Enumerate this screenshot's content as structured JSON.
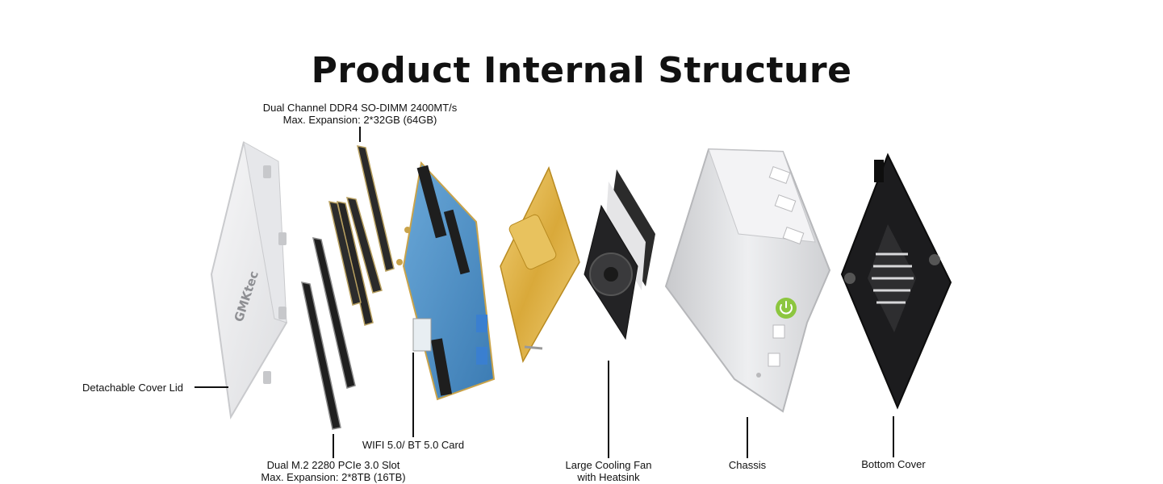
{
  "title": "Product Internal Structure",
  "logo_text": "GMKtec",
  "components": {
    "ram": {
      "line1": "Dual Channel DDR4 SO-DIMM 2400MT/s",
      "line2": "Max. Expansion: 2*32GB (64GB)"
    },
    "cover_lid": {
      "line1": "Detachable Cover Lid"
    },
    "ssd": {
      "line1": "Dual M.2 2280 PCIe 3.0 Slot",
      "line2": "Max. Expansion: 2*8TB (16TB)"
    },
    "wifi": {
      "line1": "WIFI 5.0/ BT 5.0 Card"
    },
    "fan": {
      "line1": "Large Cooling Fan",
      "line2": "with Heatsink"
    },
    "chassis": {
      "line1": "Chassis"
    },
    "bottom_cover": {
      "line1": "Bottom Cover"
    }
  },
  "colors": {
    "background": "#ffffff",
    "board_blue": "#4a90c8",
    "heatpipe_gold": "#e0b84a",
    "chassis_silver": "#d9dadd",
    "power_green": "#8cc63f",
    "dark_part": "#1c1c1e"
  },
  "icons": [
    "power-button-icon",
    "fan-icon"
  ]
}
